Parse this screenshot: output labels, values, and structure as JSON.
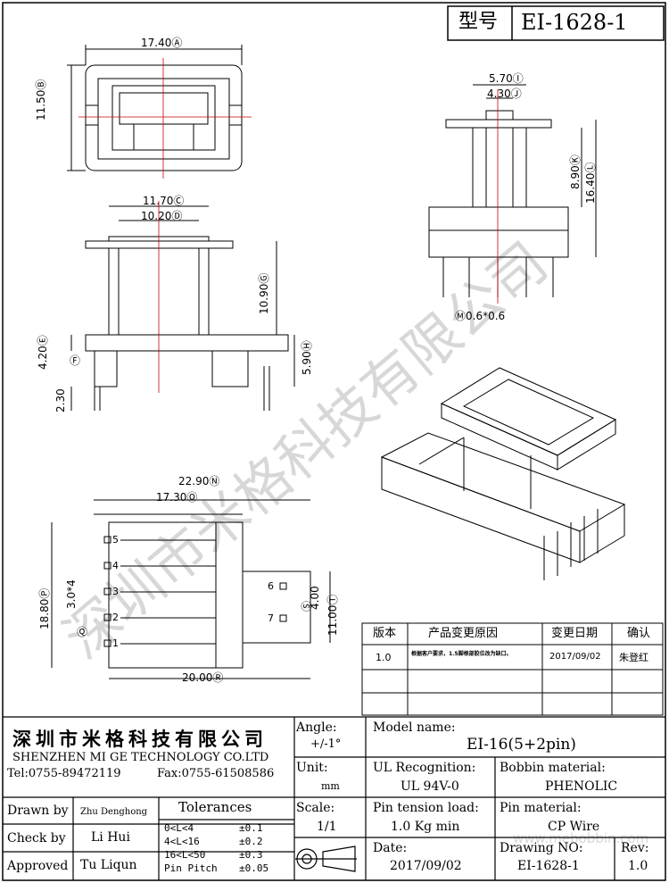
{
  "type_label": "型号",
  "part_number": "EI-1628-1",
  "watermark_company": "深圳市米格科技有限公司",
  "watermark_url": "www.mebobbin.com",
  "dims": {
    "top_width": "17.40Ⓐ",
    "top_height": "11.50Ⓑ",
    "front_width_outer": "11.70Ⓒ",
    "front_width_inner": "10.20Ⓓ",
    "front_height": "10.90Ⓖ",
    "flange_height": "4.20Ⓔ",
    "flange_f": "Ⓕ",
    "pin_length": "2.30",
    "base_height": "5.90Ⓗ",
    "side_width_outer": "5.70Ⓘ",
    "side_width_inner": "4.30Ⓙ",
    "side_h1": "8.90Ⓚ",
    "side_h2": "16.40Ⓛ",
    "pin_size": "Ⓜ0.6*0.6",
    "bottom_width": "22.90Ⓝ",
    "bottom_width2": "17.30Ⓞ",
    "bottom_height": "18.80Ⓟ",
    "pin_pitch": "3.0*4",
    "pin_q": "Ⓠ",
    "bottom_length": "20.00Ⓡ",
    "pin_gap": "4.00",
    "pin_gap_s": "Ⓢ",
    "right_height": "11.00Ⓣ"
  },
  "pins": [
    "5",
    "4",
    "3",
    "2",
    "1",
    "6",
    "7"
  ],
  "revision_table": {
    "headers": [
      "版本",
      "产品变更原因",
      "变更日期",
      "确认"
    ],
    "rows": [
      [
        "1.0",
        "根据客户要求，1.5脚根部胶位改为缺口。",
        "2017/09/02",
        "朱登红"
      ]
    ]
  },
  "title_block": {
    "company_cn": "深圳市米格科技有限公司",
    "company_en": "SHENZHEN  MI GE TECHNOLOGY  CO.LTD",
    "tel": "Tel:0755-89472119",
    "fax": "Fax:0755-61508586",
    "drawn_by_label": "Drawn by",
    "drawn_by": "Zhu Denghong",
    "check_by_label": "Check by",
    "check_by": "Li Hui",
    "approved_label": "Approved",
    "approved_by": "Tu Liqun",
    "tolerances_label": "Tolerances",
    "tolerances": [
      {
        "range": "0<L<4",
        "value": "±0.1"
      },
      {
        "range": "4<L<16",
        "value": "±0.2"
      },
      {
        "range": "16<L<50",
        "value": "±0.3"
      },
      {
        "range": "Pin Pitch",
        "value": "±0.05"
      }
    ],
    "angle_label": "Angle:",
    "angle_value": "+/-1°",
    "unit_label": "Unit:",
    "unit_value": "mm",
    "scale_label": "Scale:",
    "scale_value": "1/1",
    "model_label": "Model name:",
    "model_value": "EI-16(5+2pin)",
    "ul_label": "UL Recognition:",
    "ul_value": "UL 94V-0",
    "bobbin_label": "Bobbin material:",
    "bobbin_value": "PHENOLIC",
    "pin_tension_label": "Pin tension load:",
    "pin_tension_value": "1.0 Kg min",
    "pin_material_label": "Pin material:",
    "pin_material_value": "CP Wire",
    "date_label": "Date:",
    "date_value": "2017/09/02",
    "drawing_no_label": "Drawing NO:",
    "drawing_no_value": "EI-1628-1",
    "rev_label": "Rev:",
    "rev_value": "1.0"
  }
}
